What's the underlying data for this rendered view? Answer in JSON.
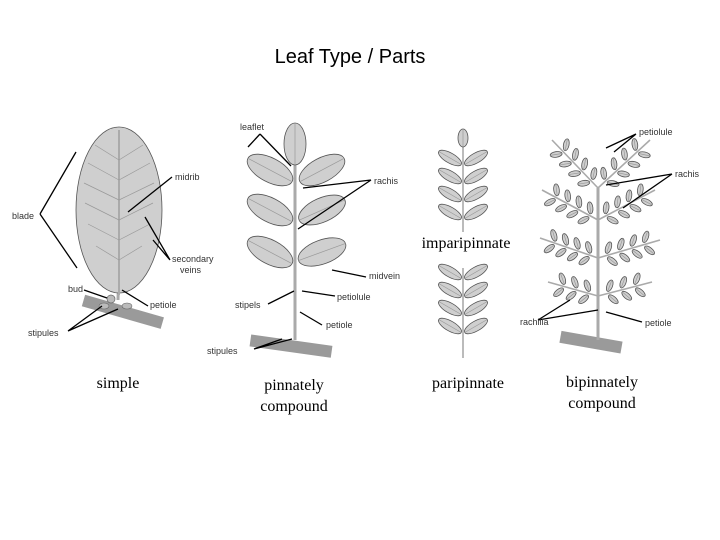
{
  "title": "Leaf Type / Parts",
  "captions": {
    "simple": "simple",
    "pinnately_1": "pinnately",
    "pinnately_2": "compound",
    "imparipinnate": "imparipinnate",
    "paripinnate": "paripinnate",
    "bipinnately_1": "bipinnately",
    "bipinnately_2": "compound"
  },
  "callouts": {
    "blade": "blade",
    "midrib": "midrib",
    "secondary_veins_1": "secondary",
    "secondary_veins_2": "veins",
    "bud": "bud",
    "petiole_simple": "petiole",
    "stipules_simple": "stipules",
    "leaflet": "leaflet",
    "rachis_pinnate": "rachis",
    "midvein": "midvein",
    "petiolule_pinnate": "petiolule",
    "stipels": "stipels",
    "petiole_pinnate": "petiole",
    "stipules_pinnate": "stipules",
    "petiolule_bipinnate": "petiolule",
    "rachis_bipinnate": "rachis",
    "rachilla": "rachilla",
    "petiole_bipinnate": "petiole"
  },
  "colors": {
    "leaf_fill": "#cfcfcf",
    "stem": "#aaaaaa",
    "branch": "#8a8a8a"
  }
}
